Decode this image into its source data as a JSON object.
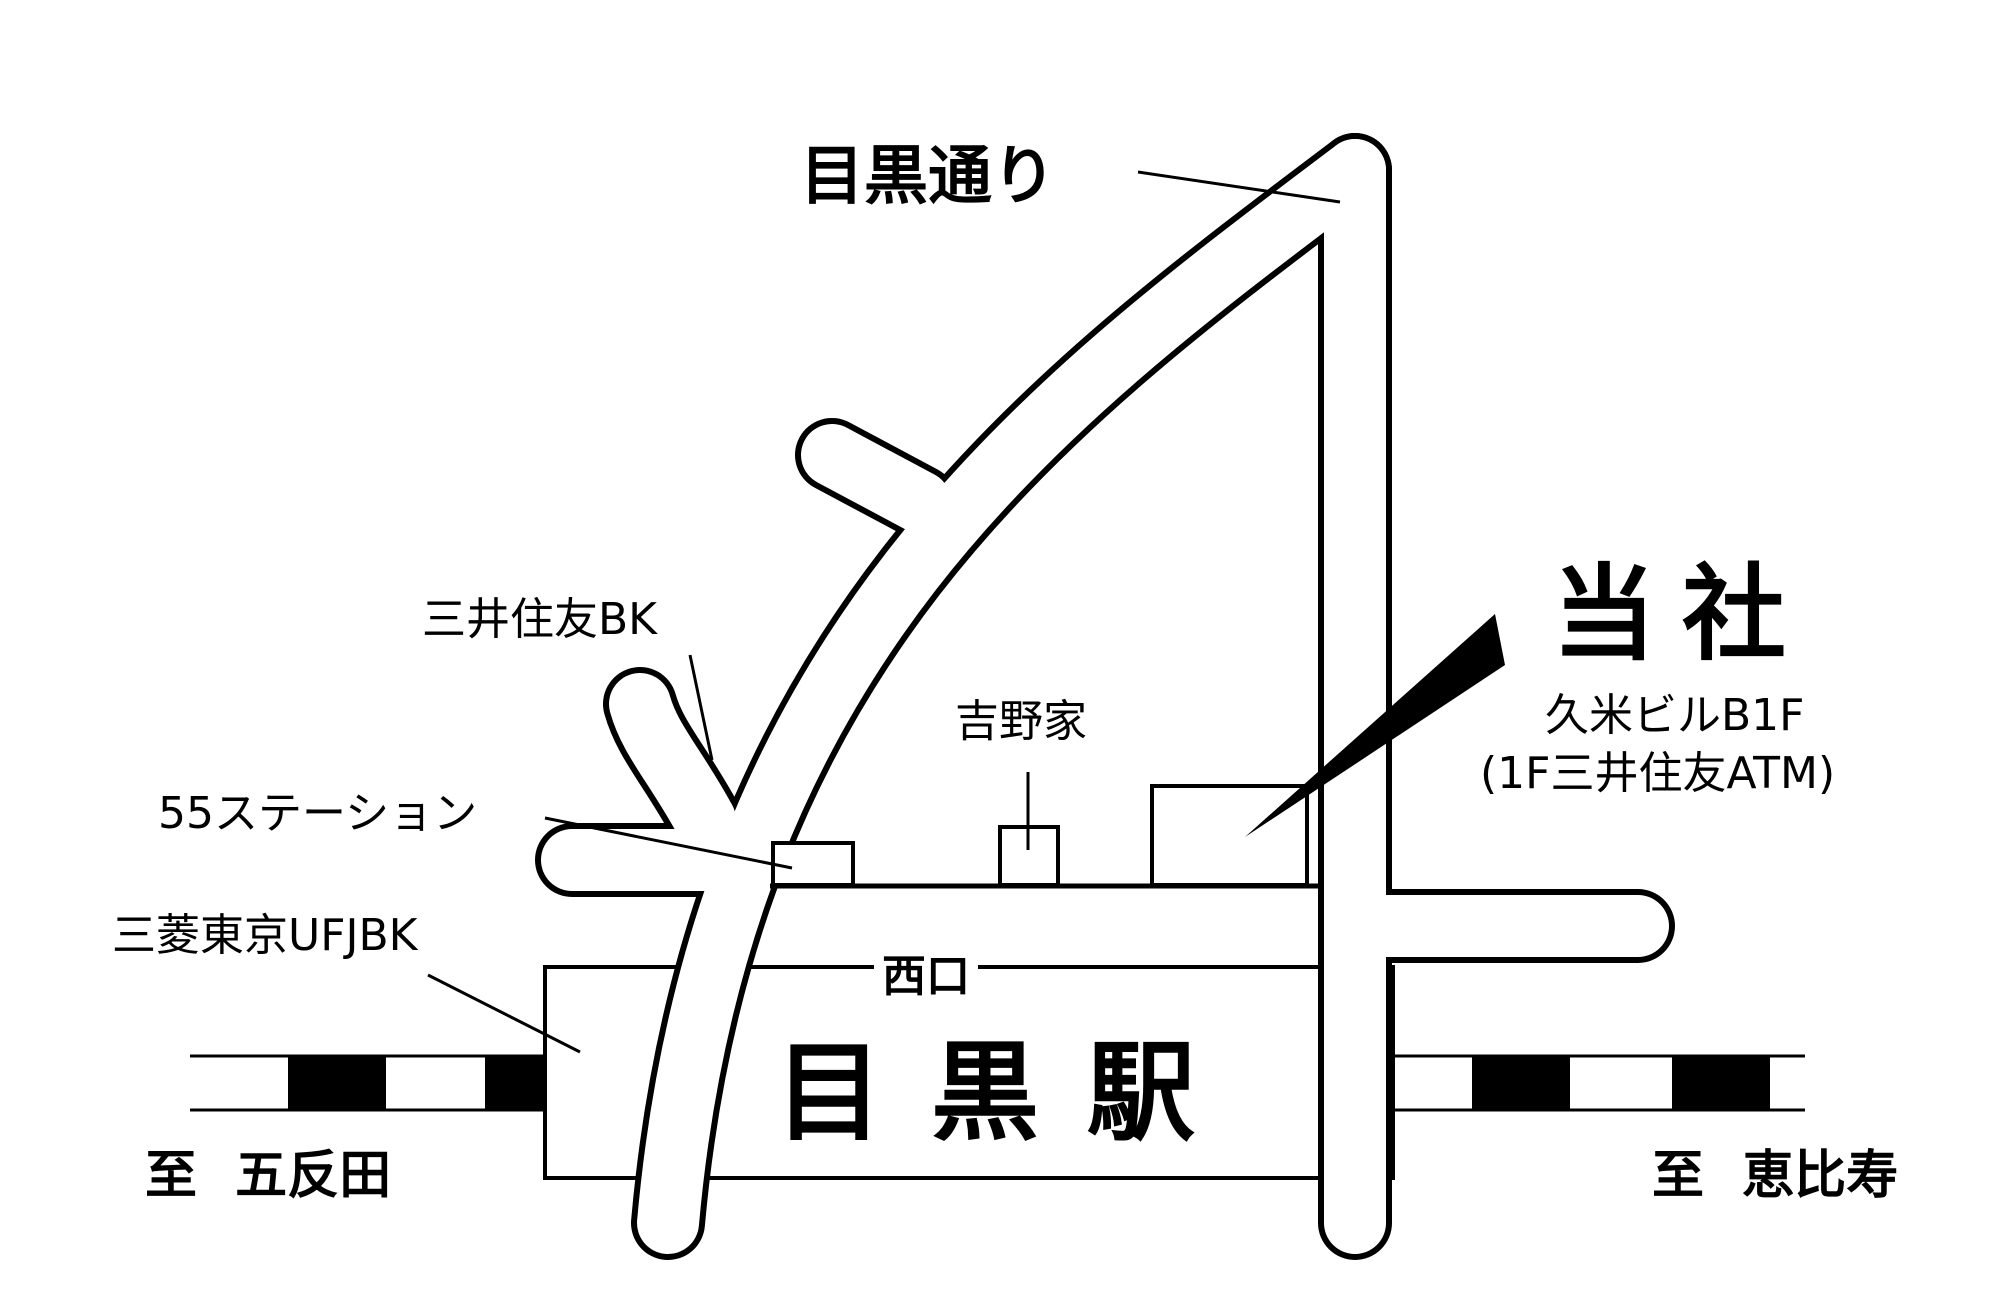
{
  "labels": {
    "street": "目黒通り",
    "company": "当社",
    "building": "久米ビルB1F",
    "atm": "(1F三井住友ATM)",
    "smbc_bank": "三井住友BK",
    "yoshinoya": "吉野家",
    "station_55": "55ステーション",
    "mufg_bank": "三菱東京UFJBK",
    "west_exit": "西口",
    "station": "目黒駅",
    "to_gotanda": "至 五反田",
    "to_ebisu": "至 恵比寿"
  },
  "colors": {
    "ink": "#000000",
    "paper": "#ffffff"
  }
}
